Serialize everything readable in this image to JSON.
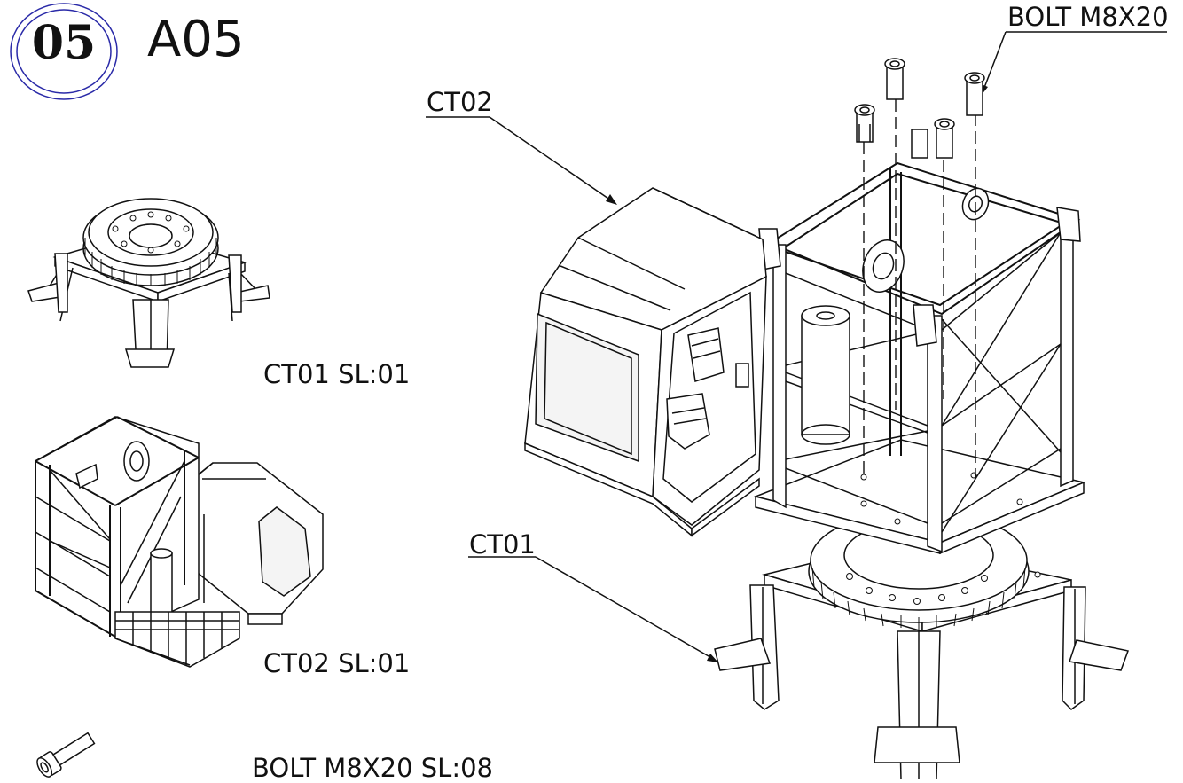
{
  "step": {
    "number": "05",
    "title": "A05"
  },
  "callouts": {
    "bolt": "BOLT M8X20",
    "ct02": "CT02",
    "ct01": "CT01"
  },
  "parts_list": [
    {
      "label": "CT01 SL:01"
    },
    {
      "label": "CT02 SL:01"
    },
    {
      "label": "BOLT M8X20 SL:08"
    }
  ],
  "colors": {
    "line": "#111111",
    "step_circle": "#2a2aa8",
    "background": "#ffffff"
  }
}
